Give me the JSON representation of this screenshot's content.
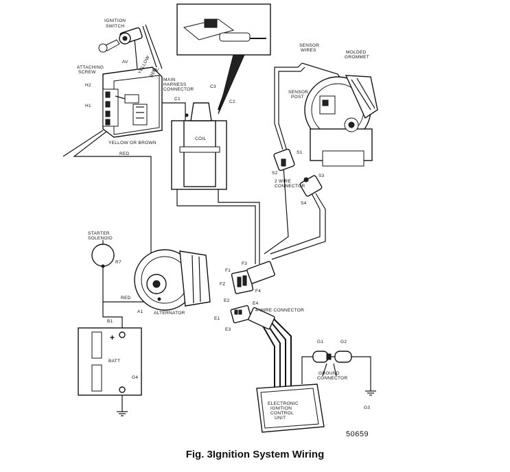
{
  "caption": {
    "figure": "Fig. 3",
    "title": "Ignition System Wiring"
  },
  "drawing_number": "50659",
  "labels": {
    "ignition_switch_1": "IGNITION",
    "ignition_switch_2": "SWITCH",
    "av": "AV",
    "yellow": "YELLOW",
    "red_top": "RED",
    "dv": "DV",
    "attaching_screw_1": "ATTACHING",
    "attaching_screw_2": "SCREW",
    "main_harness_1": "MAIN",
    "main_harness_2": "HARNESS",
    "main_harness_3": "CONNECTOR",
    "h2": "H2",
    "h1": "H1",
    "c1": "C1",
    "c2": "C2",
    "c3": "C3",
    "coil": "COIL",
    "yellow_or_brown": "YELLOW OR BROWN",
    "red_left": "RED",
    "sensor_wires_1": "SENSOR",
    "sensor_wires_2": "WIRES",
    "molded_grommet_1": "MOLDED",
    "molded_grommet_2": "GROMMET",
    "sensor_post_1": "SENSOR",
    "sensor_post_2": "POST",
    "s1": "S1",
    "s2": "S2",
    "s3": "S3",
    "s4": "S4",
    "two_wire_1": "2 WIRE",
    "two_wire_2": "CONNECTOR",
    "starter_solenoid_1": "STARTER",
    "starter_solenoid_2": "SOLENOID",
    "r7": "R7",
    "red_bottom": "RED",
    "a1": "A1",
    "alternator": "ALTERNATOR",
    "f1": "F1",
    "f2": "FZ",
    "f3": "F3",
    "f4": "F4",
    "e1": "E1",
    "e2": "E2",
    "e3": "E3",
    "e4": "E4",
    "four_wire": "4-WIRE CONNECTOR",
    "b1": "B1",
    "plus": "+",
    "batt": "BATT",
    "g4": "G4",
    "g1": "G1",
    "g2": "G2",
    "g3": "G3",
    "ground_connector_1": "GROUND",
    "ground_connector_2": "CONNECTOR",
    "ecu_1": "ELECTRONIC",
    "ecu_2": "IGNITION",
    "ecu_3": "CONTROL",
    "ecu_4": "UNIT"
  }
}
